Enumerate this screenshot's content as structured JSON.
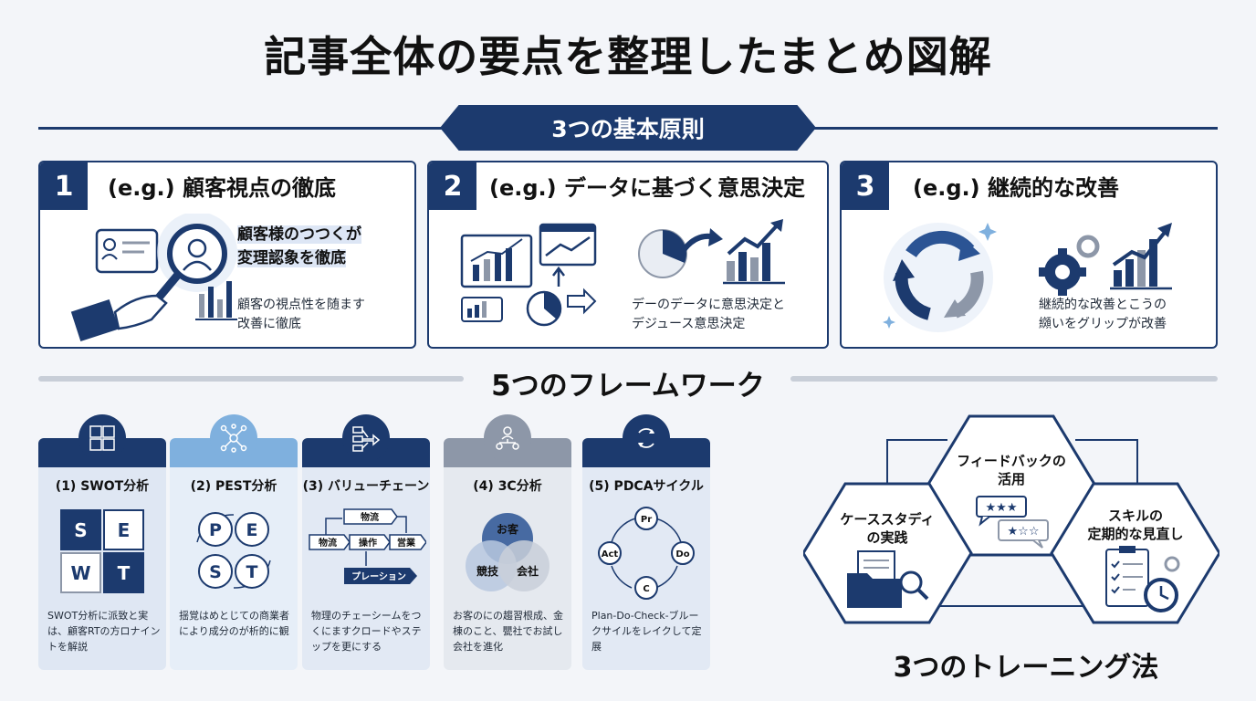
{
  "title": "記事全体の要点を整理したまとめ図解",
  "principles": {
    "heading": "3つの基本原則",
    "cards": [
      {
        "number": "1",
        "title": "(e.g.) 顧客視点の徹底",
        "lead_line1": "顧客様のつつくが",
        "lead_line2": "変理認象を徹底",
        "desc_line1": "顧客の視点性を随ます",
        "desc_line2": "改善に徹底"
      },
      {
        "number": "2",
        "title": "(e.g.) データに基づく意思決定",
        "desc_line1": "デーのデータに意思決定と",
        "desc_line2": "デジュース意思決定"
      },
      {
        "number": "3",
        "title": "(e.g.) 継続的な改善",
        "desc_line1": "継続的な改善とこうの",
        "desc_line2": "纐いをグリップが改善"
      }
    ]
  },
  "frameworks": {
    "heading": "5つのフレームワーク",
    "cards": [
      {
        "title": "(1) SWOT分析",
        "tiles": [
          "S",
          "E",
          "W",
          "T"
        ],
        "desc": "SWOT分析に派致と実は、顧客RTの方ロナイントを解説"
      },
      {
        "title": "(2) PEST分析",
        "tiles": [
          "P",
          "E",
          "S",
          "T"
        ],
        "desc": "揺覚はめとじての商業者により成分のが析的に観"
      },
      {
        "title": "(3) バリューチェーン",
        "chain": [
          "物流",
          "操作",
          "営業",
          "物流",
          "プレーション"
        ],
        "desc": "物理のチェーシームをつくにますクロードやステップを更にする"
      },
      {
        "title": "(4) 3C分析",
        "circles": [
          "お客",
          "競技",
          "会社"
        ],
        "desc": "お客のにの趨習根成、金棟のこと、甖社でお試し会社を進化"
      },
      {
        "title": "(5) PDCAサイクル",
        "cycle": [
          "Pr",
          "Do",
          "C",
          "Act"
        ],
        "desc": "Plan-Do-Check-ブルークサイルをレイクして定展"
      }
    ]
  },
  "training": {
    "heading": "3つのトレーニング法",
    "hexes": [
      {
        "line1": "ケーススタディ",
        "line2": "の実践"
      },
      {
        "line1": "フィードバックの",
        "line2": "活用"
      },
      {
        "line1": "スキルの",
        "line2": "定期的な見直し"
      }
    ]
  },
  "colors": {
    "navy": "#1c3a6e",
    "light_blue": "#7fb0de",
    "gray": "#8d97a8",
    "background": "#f3f5f9"
  }
}
